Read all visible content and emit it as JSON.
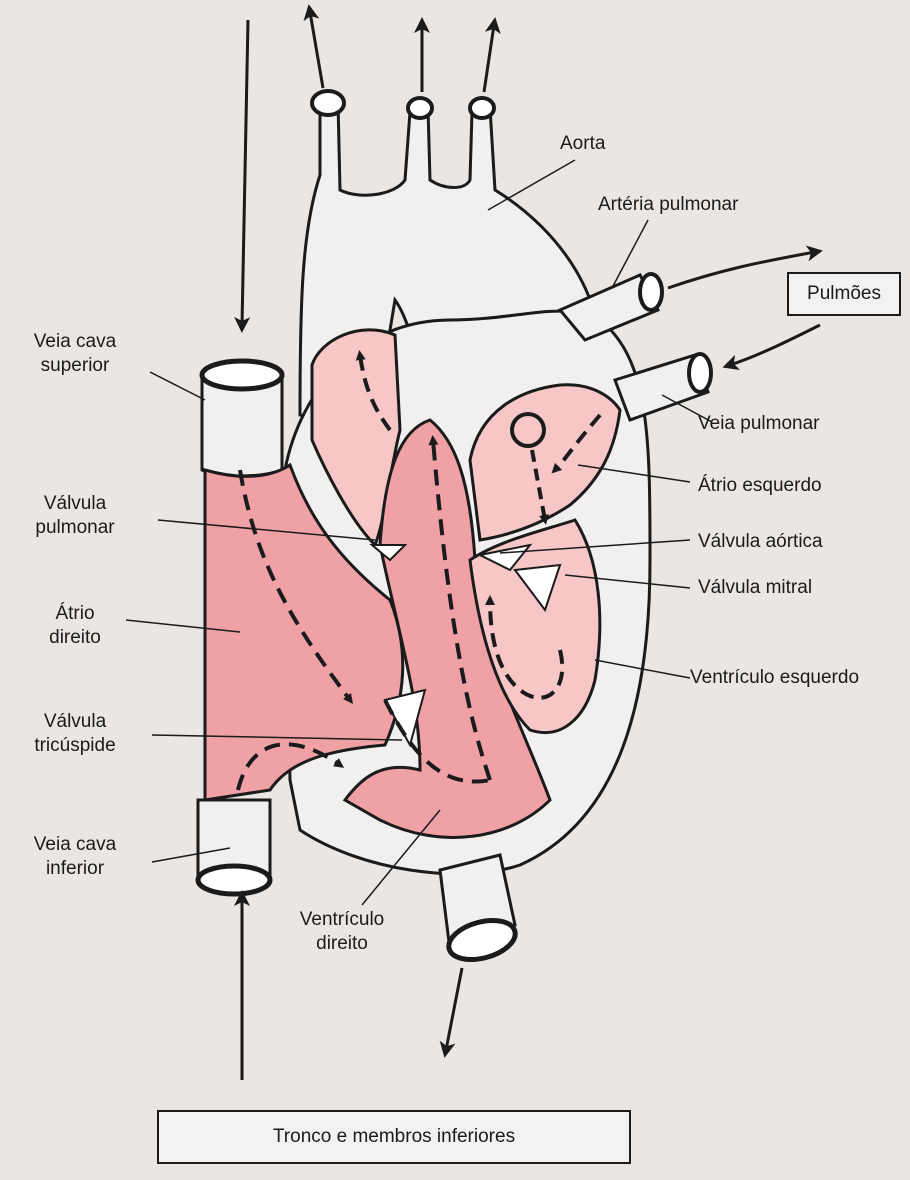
{
  "diagram": {
    "labels": {
      "aorta": "Aorta",
      "pulmonary_artery": "Artéria pulmonar",
      "lungs": "Pulmões",
      "superior_vena_cava": [
        "Veia cava",
        "superior"
      ],
      "pulmonary_vein": "Veia pulmonar",
      "left_atrium": "Átrio esquerdo",
      "pulmonary_valve": [
        "Válvula",
        "pulmonar"
      ],
      "aortic_valve": "Válvula aórtica",
      "mitral_valve": "Válvula mitral",
      "right_atrium": [
        "Átrio",
        "direito"
      ],
      "left_ventricle": "Ventrículo esquerdo",
      "tricuspid_valve": [
        "Válvula",
        "tricúspide"
      ],
      "inferior_vena_cava": [
        "Veia cava",
        "inferior"
      ],
      "right_ventricle": [
        "Ventrículo",
        "direito"
      ],
      "trunk_lower_limbs": "Tronco e membros inferiores"
    },
    "colors": {
      "chamber": "#f0a1a6",
      "chamber_light": "#f6c7c6",
      "vessel_fill": "#f2f0ee",
      "outline": "#1b1b1b",
      "background": "#e9e6e3"
    }
  }
}
